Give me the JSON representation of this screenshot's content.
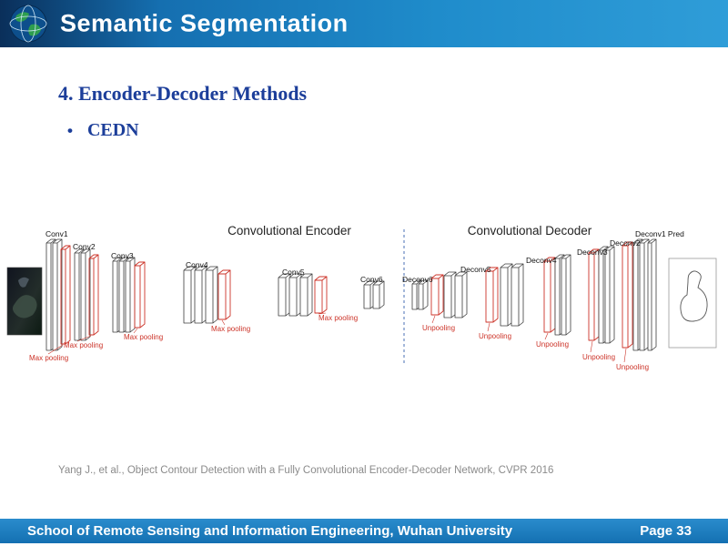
{
  "header": {
    "title": "Semantic Segmentation"
  },
  "slide": {
    "section_heading": "4. Encoder-Decoder Methods",
    "bullet_glyph": "•",
    "bullet": "CEDN",
    "citation": "Yang J., et al.,  Object Contour Detection with a Fully Convolutional Encoder-Decoder Network, CVPR 2016"
  },
  "diagram": {
    "encoder_title": "Convolutional Encoder",
    "decoder_title": "Convolutional Decoder",
    "encoder_layers": [
      "Conv1",
      "Conv2",
      "Conv3",
      "Conv4",
      "Conv5",
      "Conv6"
    ],
    "decoder_layers": [
      "Deconv6",
      "Deconv5",
      "Deconv4",
      "Deconv3",
      "Deconv2",
      "Deconv1 Pred"
    ],
    "max_pooling_labels": [
      "Max pooling",
      "Max pooling",
      "Max pooling",
      "Max pooling",
      "Max pooling"
    ],
    "unpooling_labels": [
      "Unpooling",
      "Unpooling",
      "Unpooling",
      "Unpooling",
      "Unpooling"
    ],
    "images": {
      "input": "bird-photo",
      "output": "bird-contour-prediction"
    },
    "colors": {
      "conv_box_stroke": "#3c3c3c",
      "pooling_box_stroke": "#cc3328",
      "separator": "#4a6fb5"
    }
  },
  "footer": {
    "affiliation": "School of Remote Sensing and Information Engineering, Wuhan University",
    "page_label": "Page 33"
  },
  "colors": {
    "header_blue": "#1a7ec4",
    "header_dark": "#0a2f5a",
    "heading_text": "#1c3e9a",
    "citation_gray": "#8b8b8b"
  }
}
